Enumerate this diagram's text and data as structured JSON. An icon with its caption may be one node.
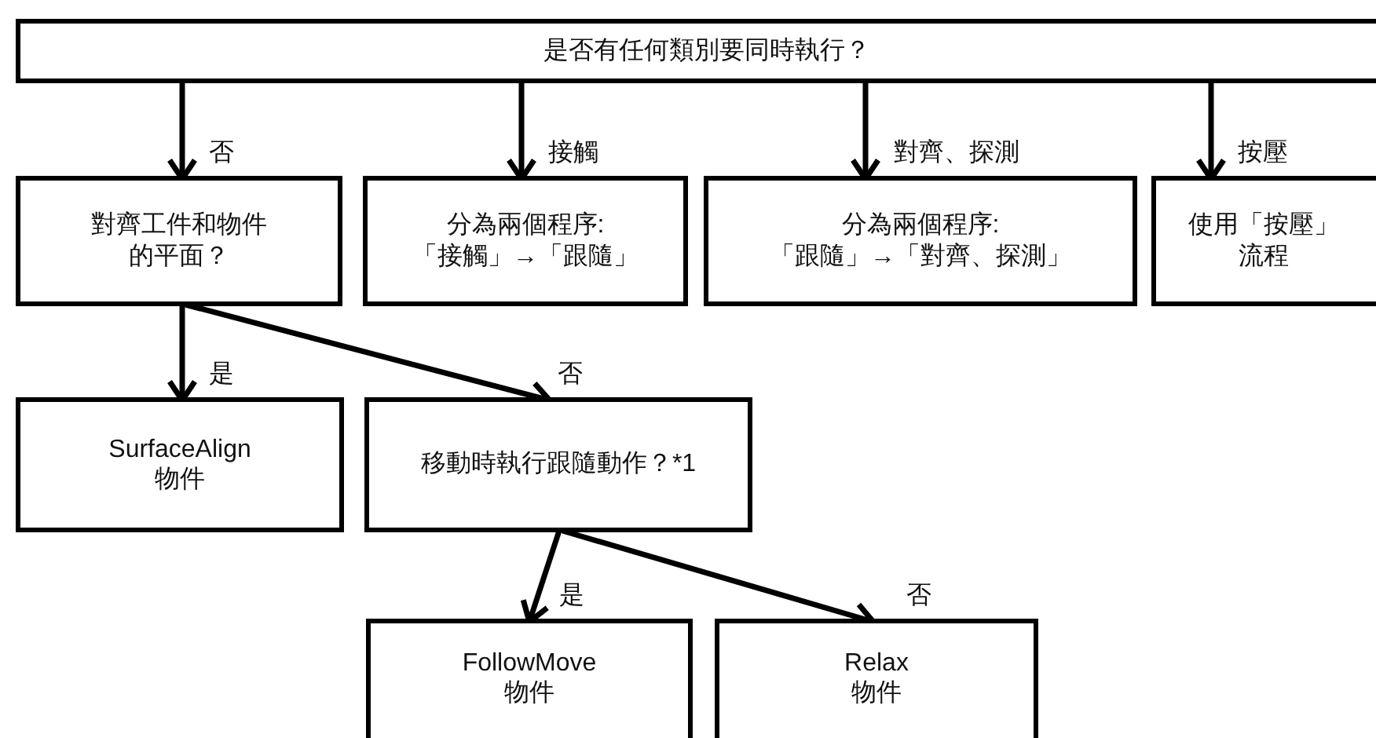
{
  "diagram": {
    "nodes": [
      {
        "text": [
          "是否有任何類別要同時執行？"
        ]
      },
      {
        "text": [
          "對齊工件和物件的平面？"
        ]
      },
      {
        "text": [
          "分為兩個程序:",
          "「接觸」→「跟隨」"
        ]
      },
      {
        "text": [
          "分為兩個程序:",
          "「跟隨」→「對齊、探測」"
        ]
      },
      {
        "text": [
          "使用「按壓」流程"
        ]
      },
      {
        "text": [
          "SurfaceAlign",
          "物件"
        ]
      },
      {
        "text": [
          "移動時執行跟隨動作？*1"
        ]
      },
      {
        "text": [
          "FollowMove",
          "物件"
        ]
      },
      {
        "text": [
          "Relax",
          "物件"
        ]
      }
    ],
    "edges": [
      {
        "from": 0,
        "to": 1,
        "arrow": "to",
        "label": "否"
      },
      {
        "from": 0,
        "to": 2,
        "arrow": "to",
        "label": "接觸"
      },
      {
        "from": 0,
        "to": 3,
        "arrow": "to",
        "label": "對齊、探測"
      },
      {
        "from": 0,
        "to": 4,
        "arrow": "to",
        "label": "按壓"
      },
      {
        "from": 1,
        "to": 5,
        "arrow": "to",
        "label": "是"
      },
      {
        "from": 1,
        "to": 6,
        "arrow": "to",
        "label": "否"
      },
      {
        "from": 6,
        "to": 7,
        "arrow": "to",
        "label": "是"
      },
      {
        "from": 6,
        "to": 8,
        "arrow": "to",
        "label": "否"
      }
    ]
  }
}
